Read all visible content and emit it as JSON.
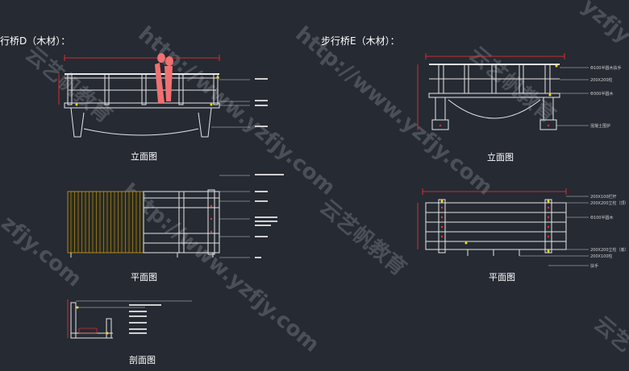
{
  "drawing_d": {
    "title": "行桥D（木材）：",
    "elevation_label": "立面图",
    "plan_label": "平面图",
    "section_label": "剖面图"
  },
  "drawing_e": {
    "title": "步行桥E（木材）：",
    "elevation_label": "立面图",
    "plan_label": "平面图",
    "elevation_notes": [
      "Φ100半圆木扶手",
      "200X200柱",
      "Φ300半圆木",
      "混凝土围护"
    ],
    "plan_notes": [
      "200X100栏杆",
      "200X200立柱（顶）",
      "Φ100半圆木",
      "200X200立柱（底）",
      "200X100柱",
      "扶手"
    ]
  },
  "watermark": {
    "site": "http://www.yzfjy.com",
    "brand": "云艺帆教育",
    "corner_top": "yzfjy",
    "corner_left": "zfjy.com",
    "corner_bottom": "云艺"
  },
  "colors": {
    "background": "#252a33",
    "line": "#e6e6e6",
    "dimension": "#ff3030",
    "marker": "#ffd800",
    "figure": "#f07070"
  }
}
